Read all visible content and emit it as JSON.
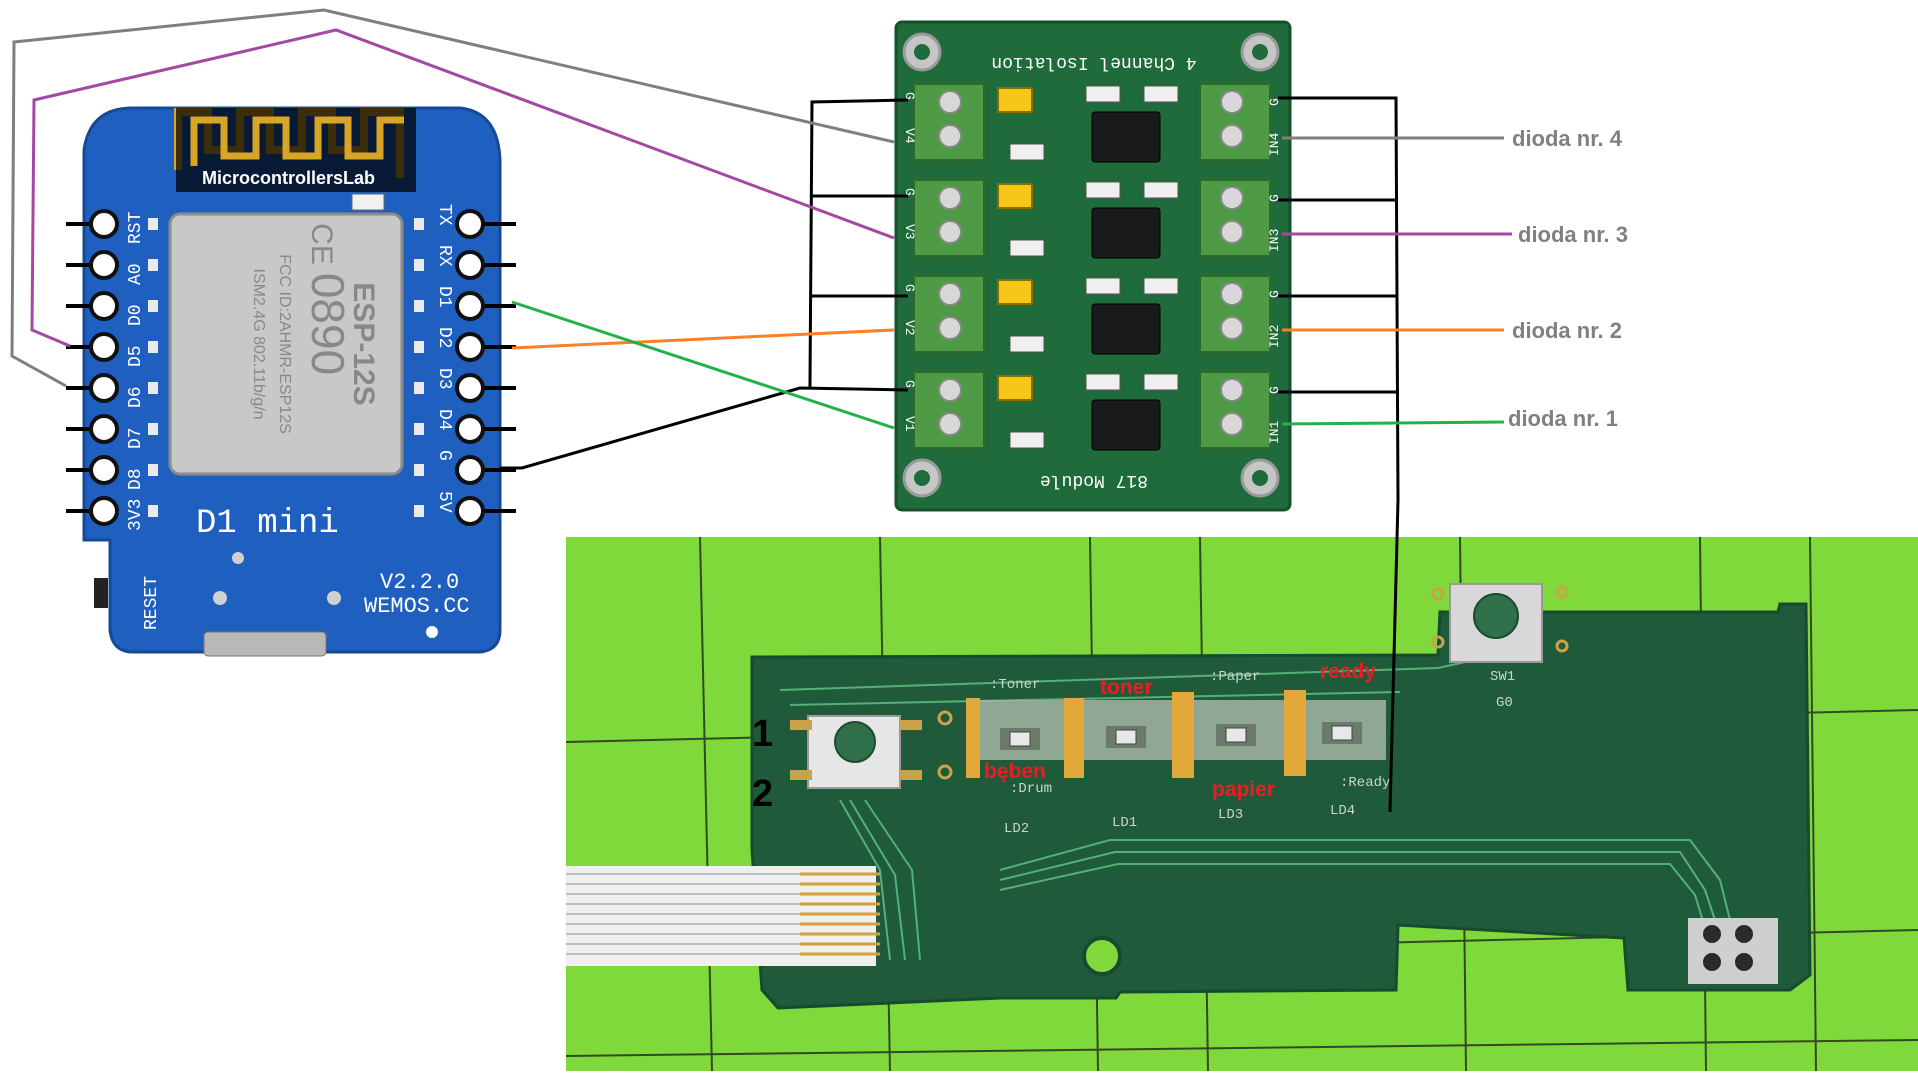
{
  "d1mini": {
    "brand_label": "MicrocontrollersLab",
    "module_lines": [
      "ESP-12S",
      "0890",
      "FCC ID:2AHMR-ESP12S",
      "ISM2.4G 802.11b/g/n"
    ],
    "ce_mark": "CE",
    "board_name": "D1  mini",
    "version": "V2.2.0",
    "website": "WEMOS.CC",
    "reset_label": "RESET",
    "left_pins": [
      "RST",
      "A0",
      "D0",
      "D5",
      "D6",
      "D7",
      "D8",
      "3V3"
    ],
    "right_pins": [
      "TX",
      "RX",
      "D1",
      "D2",
      "D3",
      "D4",
      "G",
      "5V"
    ]
  },
  "isolation_module": {
    "title": "4 Channel Isolation",
    "subtitle": "817 Module",
    "output_terminals": [
      {
        "g": "G",
        "v": "V4"
      },
      {
        "g": "G",
        "v": "V3"
      },
      {
        "g": "G",
        "v": "V2"
      },
      {
        "g": "G",
        "v": "V1"
      }
    ],
    "input_terminals": [
      {
        "g": "G",
        "in": "IN4"
      },
      {
        "g": "G",
        "in": "IN3"
      },
      {
        "g": "G",
        "in": "IN2"
      },
      {
        "g": "G",
        "in": "IN1"
      }
    ]
  },
  "diode_labels": [
    "dioda nr. 4",
    "dioda nr. 3",
    "dioda nr. 2",
    "dioda nr. 1"
  ],
  "printer_panel": {
    "led_labels": {
      "toner": "toner",
      "ready": "ready",
      "drum": "bęben",
      "paper": "papier"
    },
    "switch_pins": [
      "1",
      "2"
    ],
    "silk_labels": {
      "toner": ":Toner",
      "paper": ":Paper",
      "drum": ":Drum",
      "ready": ":Ready",
      "sw1": "SW1",
      "g0": "G0",
      "ld1": "LD1",
      "ld2": "LD2",
      "ld3": "LD3",
      "ld4": "LD4"
    }
  },
  "colors": {
    "wire_gray": "#7f7f7f",
    "wire_purple": "#a349a4",
    "wire_orange": "#ff7f27",
    "wire_green": "#22b14c",
    "wire_black": "#000000",
    "label_gray": "#808080",
    "led_red": "#ed1c24",
    "wemos_blue": "#1e5fbf",
    "module_green": "#1f6b3b",
    "terminal_green": "#4f9a45",
    "jumper_yellow": "#f5c518",
    "background_green": "#7fd93a",
    "pcb_green": "#1f5a3a"
  }
}
